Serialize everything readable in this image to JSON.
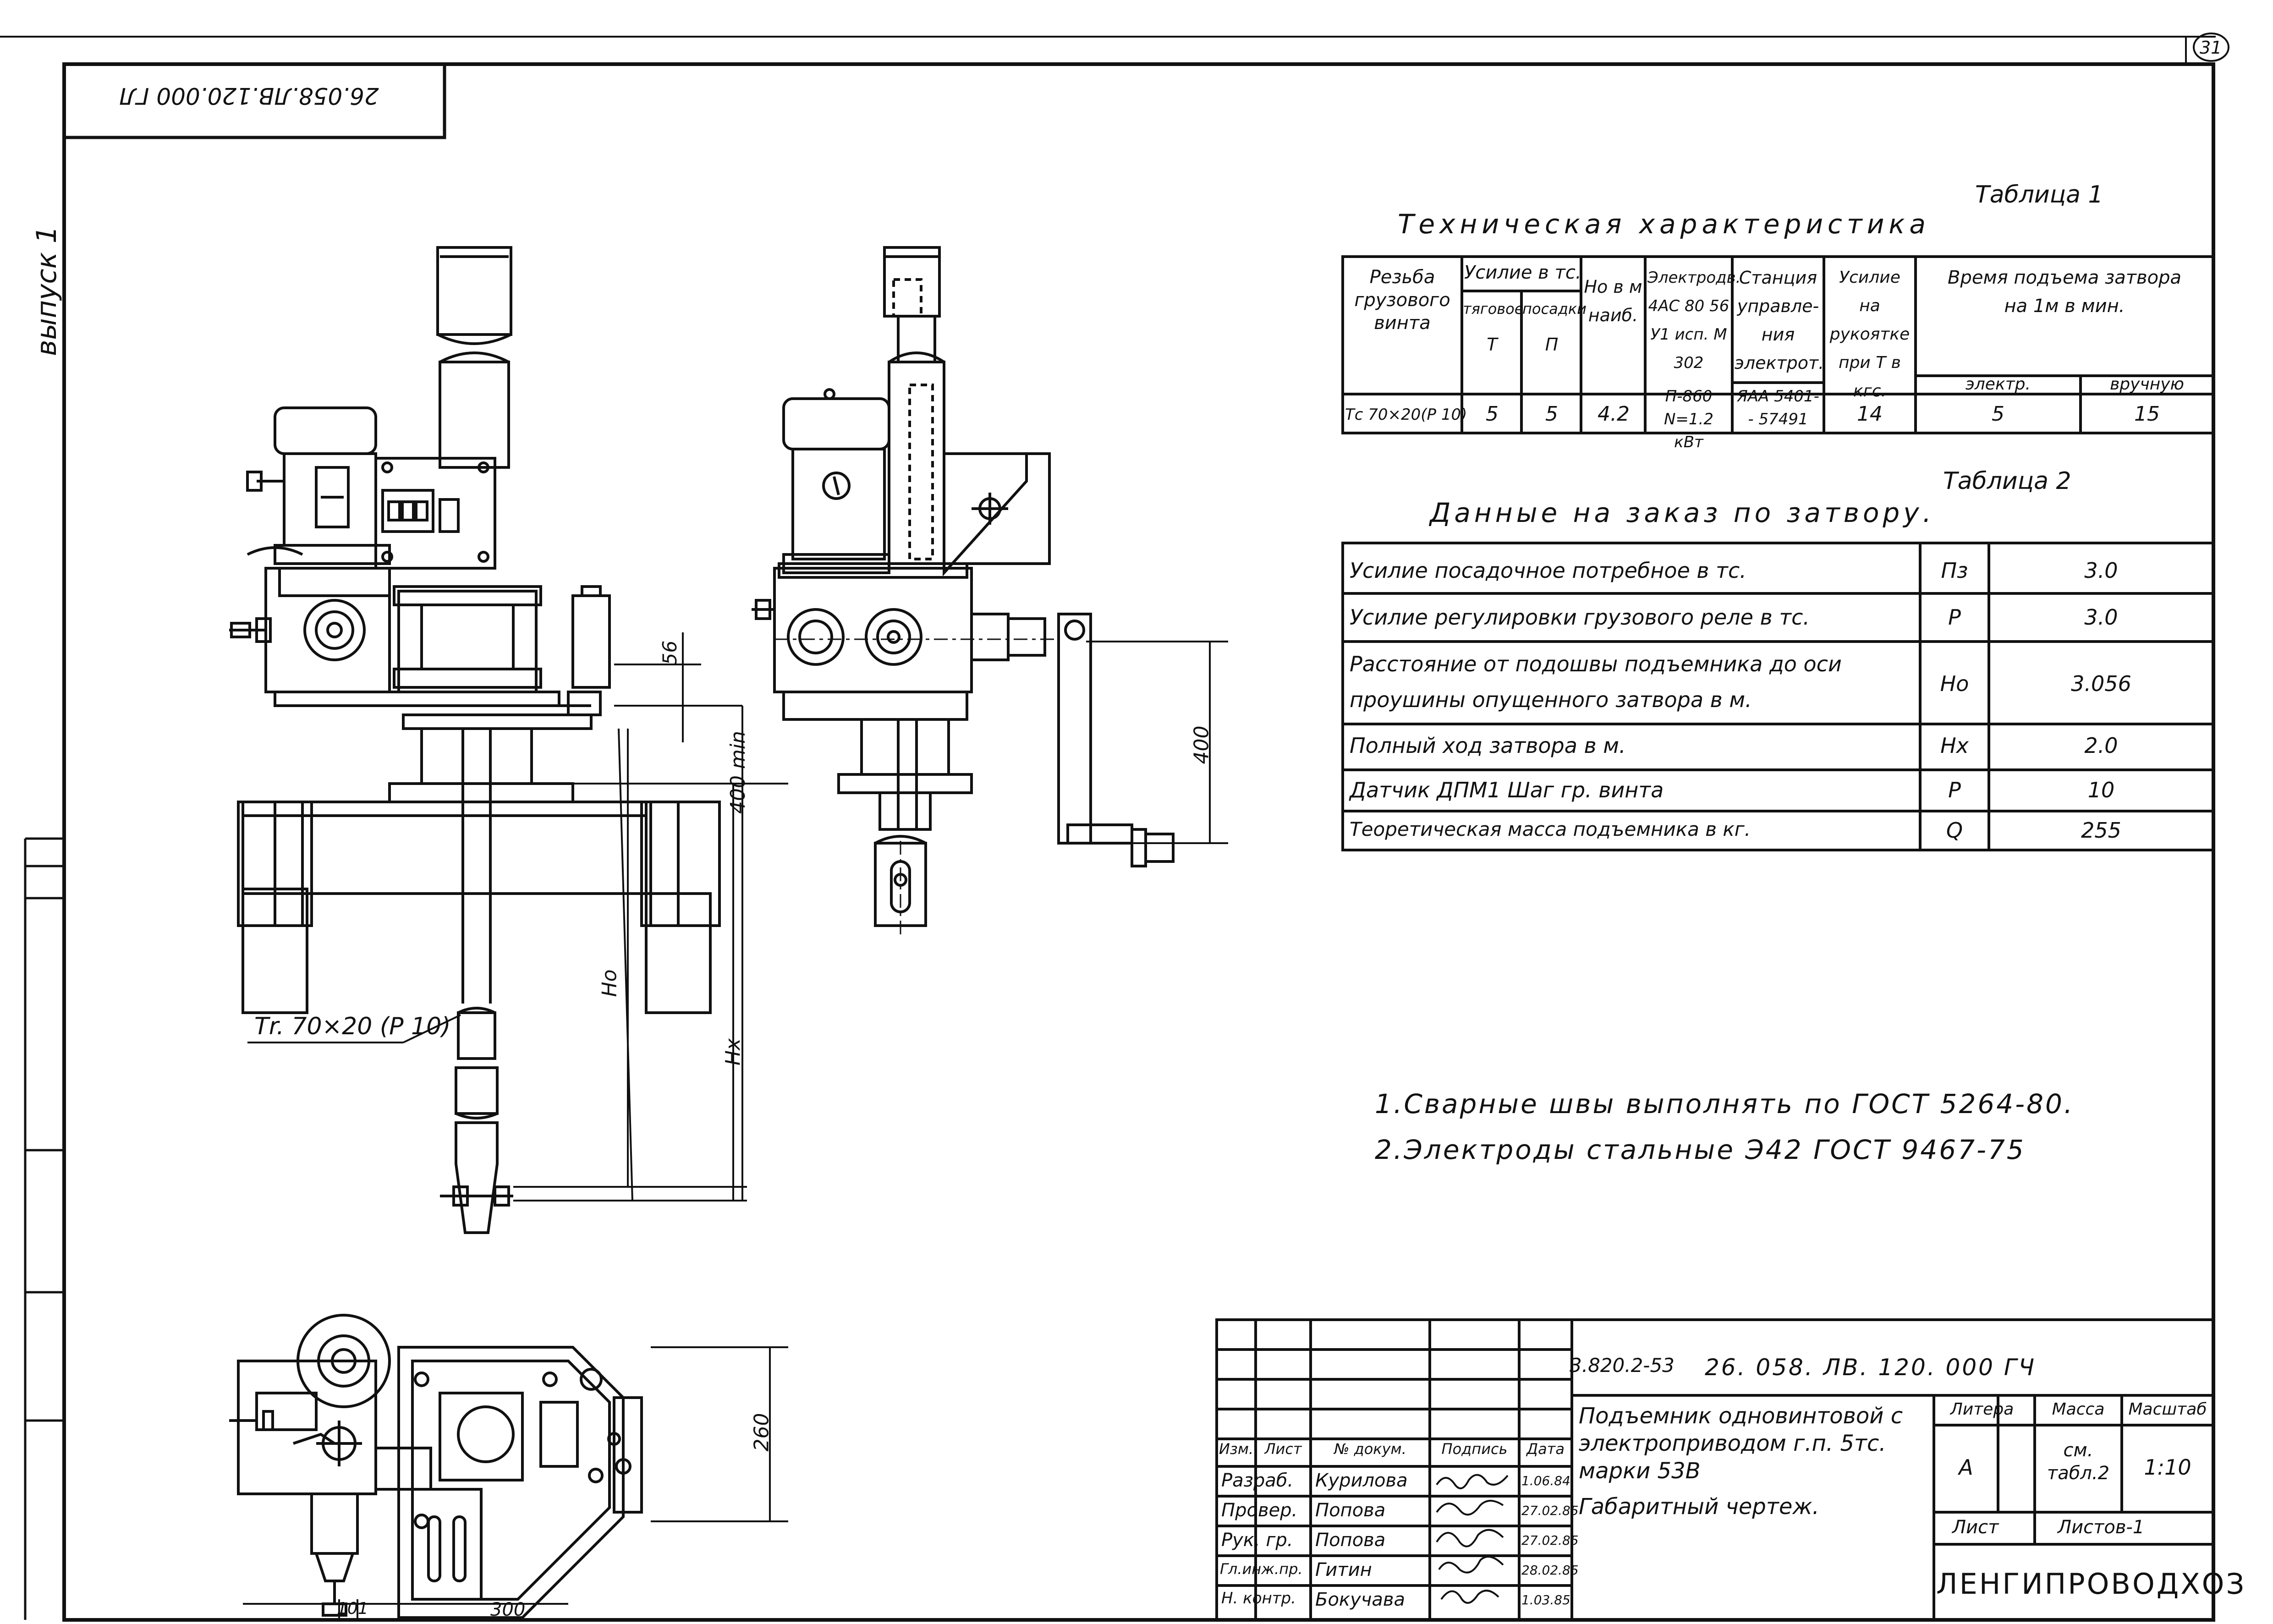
{
  "sheet": {
    "page_number": "31",
    "top_stamp": "26.058.ЛВ.120.000 ГЛ",
    "margin_label": "выпуск 1"
  },
  "drawing": {
    "screw_label": "Тr. 70×20 (P 10)",
    "dim_56": "56",
    "dim_400min": "400 min",
    "dim_ho": "Hо",
    "dim_hx": "Hх",
    "dim_400": "400",
    "dim_260": "260",
    "dim_300": "300",
    "dim_101": "101"
  },
  "table1": {
    "caption": "Таблица 1",
    "title": "Техническая характеристика",
    "headers": {
      "thread": "Резьба грузового винта",
      "force": "Усилие в тс.",
      "force_pull": "тяговое",
      "force_pull_sym": "Т",
      "force_seat": "посадки",
      "force_seat_sym": "П",
      "ho": "Hо в м наиб.",
      "motor": "Электродв. 4АС 80 56 У1 исп. М 302",
      "station": "Станция управле- ния электрот.",
      "handle": "Усилие на рукоятке при Т в кгс.",
      "time": "Время подъема затвора на 1м в мин.",
      "time_el": "электр.",
      "time_hand": "вручную"
    },
    "row": {
      "thread": "Тс 70×20(Р 10)",
      "pull": "5",
      "seat": "5",
      "ho": "4.2",
      "motor": "П-860 N=1.2 кВт",
      "station": "ЯАА 5401- - 57491",
      "handle": "14",
      "time_el": "5",
      "time_hand": "15"
    }
  },
  "table2": {
    "caption": "Таблица 2",
    "title": "Данные на заказ по затвору.",
    "rows": [
      {
        "label": "Усилие посадочное потребное в тс.",
        "sym": "Пз",
        "val": "3.0"
      },
      {
        "label": "Усилие регулировки грузового реле в тс.",
        "sym": "Р",
        "val": "3.0"
      },
      {
        "label": "Расстояние от подошвы подъемника до оси проушины опущенного затвора в м.",
        "sym": "Hо",
        "val": "3.056"
      },
      {
        "label": "Полный ход затвора в м.",
        "sym": "Hх",
        "val": "2.0"
      },
      {
        "label": "Датчик ДПМ1 Шаг гр. винта",
        "sym": "Р",
        "val": "10"
      },
      {
        "label": "Теоретическая масса подъемника в кг.",
        "sym": "Q",
        "val": "255"
      }
    ]
  },
  "notes": [
    "1.Сварные швы выполнять по ГОСТ 5264-80.",
    "2.Электроды стальные Э42 ГОСТ 9467-75"
  ],
  "title_block": {
    "code_left": "3.820.2-53",
    "code_main": "26. 058. ЛВ. 120. 000 ГЧ",
    "name": "Подъемник одновинтовой с электроприводом г.п. 5тс. марки 53В",
    "doc_type": "Габаритный чертеж.",
    "litera_label": "Литера",
    "mass_label": "Масса",
    "scale_label": "Масштаб",
    "litera": "А",
    "mass": "см. табл.2",
    "scale": "1:10",
    "sheet_label": "Лист",
    "sheets_label": "Листов-1",
    "org": "ЛЕНГИПРОВОДХОЗ",
    "sig_headers": [
      "Изм.",
      "Лист",
      "№ докум.",
      "Подпись",
      "Дата"
    ],
    "signatures": [
      {
        "role": "Разраб.",
        "name": "Курилова",
        "date": "1.06.84"
      },
      {
        "role": "Провер.",
        "name": "Попова",
        "date": "27.02.85"
      },
      {
        "role": "Рук. гр.",
        "name": "Попова",
        "date": "27.02.85"
      },
      {
        "role": "Гл.инж.пр.",
        "name": "Гитин",
        "date": "28.02.85"
      },
      {
        "role": "Н. контр.",
        "name": "Бокучава",
        "date": "1.03.85"
      }
    ]
  }
}
